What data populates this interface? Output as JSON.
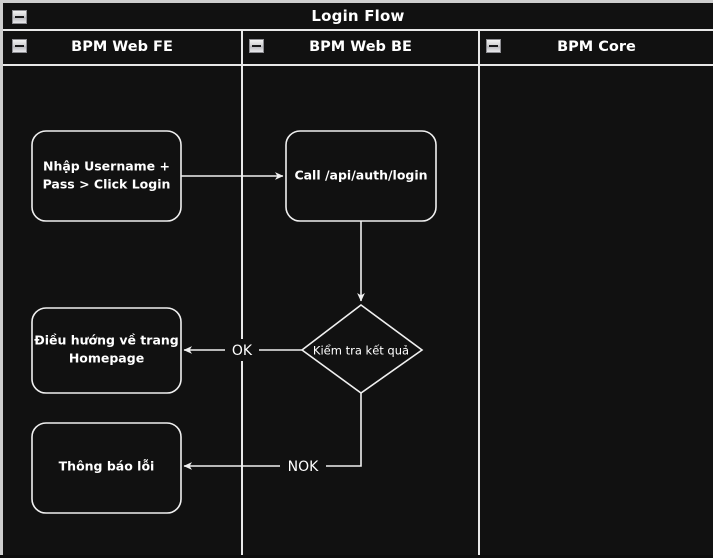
{
  "pool": {
    "title": "Login Flow",
    "collapse_icon": "minus-box-icon",
    "lanes": [
      {
        "label": "BPM Web FE",
        "collapse_icon": "minus-box-icon"
      },
      {
        "label": "BPM Web BE",
        "collapse_icon": "minus-box-icon"
      },
      {
        "label": "BPM Core",
        "collapse_icon": "minus-box-icon"
      }
    ]
  },
  "flow": {
    "nodes": [
      {
        "id": "input-credentials",
        "type": "task",
        "lane": "BPM Web FE",
        "lines": [
          "Nhập Username +",
          "Pass > Click Login"
        ]
      },
      {
        "id": "call-login-api",
        "type": "task",
        "lane": "BPM Web BE",
        "lines": [
          "Call /api/auth/login"
        ]
      },
      {
        "id": "check-result",
        "type": "decision",
        "lane": "BPM Web BE",
        "lines": [
          "Kiểm tra kết quả"
        ]
      },
      {
        "id": "navigate-homepage",
        "type": "task",
        "lane": "BPM Web FE",
        "lines": [
          "Điều hướng về trang",
          "Homepage"
        ]
      },
      {
        "id": "show-error",
        "type": "task",
        "lane": "BPM Web FE",
        "lines": [
          "Thông báo lỗi"
        ]
      }
    ],
    "edges": [
      {
        "id": "edge-input-to-call",
        "from": "input-credentials",
        "to": "call-login-api",
        "label": ""
      },
      {
        "id": "edge-call-to-check",
        "from": "call-login-api",
        "to": "check-result",
        "label": ""
      },
      {
        "id": "edge-check-to-homepage",
        "from": "check-result",
        "to": "navigate-homepage",
        "label": "OK"
      },
      {
        "id": "edge-check-to-error",
        "from": "check-result",
        "to": "show-error",
        "label": "NOK"
      }
    ]
  },
  "colors": {
    "background": "#111111",
    "stroke": "#f0f0f0",
    "text": "#ffffff",
    "icon_face": "#d8d8dc"
  }
}
